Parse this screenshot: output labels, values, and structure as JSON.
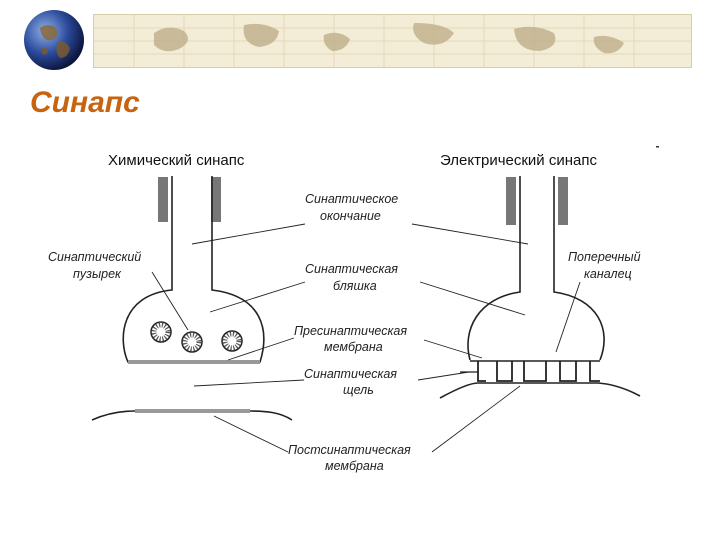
{
  "slide": {
    "title": "Синапс"
  },
  "diagram": {
    "left_header": "Химический синапс",
    "right_header": "Электрический синапс",
    "labels": {
      "synaptic_ending_1": "Синаптическое",
      "synaptic_ending_2": "окончание",
      "vesicle_1": "Синаптический",
      "vesicle_2": "пузырек",
      "plaque_1": "Синаптическая",
      "plaque_2": "бляшка",
      "channel_1": "Поперечный",
      "channel_2": "каналец",
      "presyn_1": "Пресинаптическая",
      "presyn_2": "мембрана",
      "cleft_1": "Синаптическая",
      "cleft_2": "щель",
      "postsyn_1": "Постсинаптическая",
      "postsyn_2": "мембрана"
    }
  },
  "colors": {
    "title": "#c86410",
    "banner": "#f3ecd6",
    "membrane": "#999999",
    "line": "#222222"
  }
}
